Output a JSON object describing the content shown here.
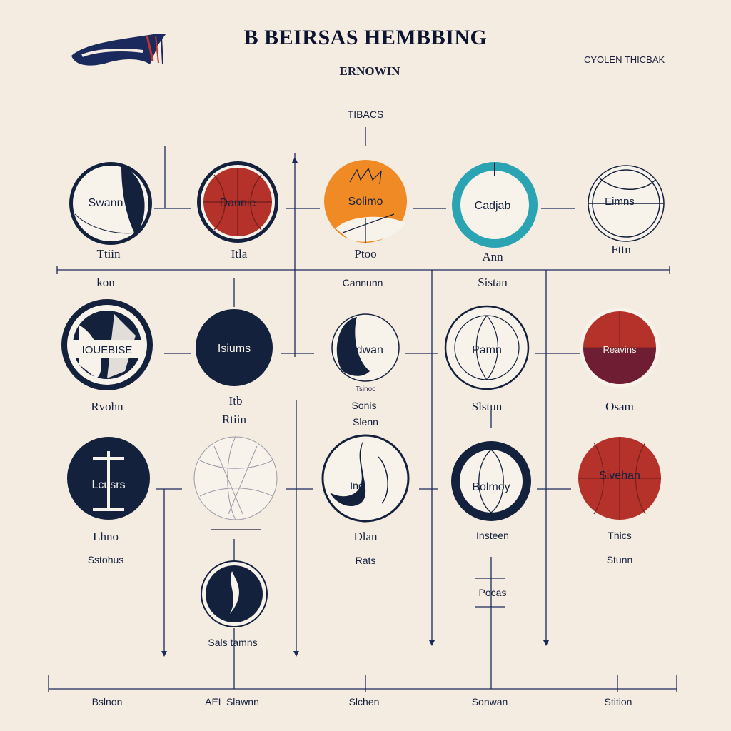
{
  "header": {
    "title": "B BEIRSAS HEMBBING",
    "subtitle": "ERNOWIN",
    "corner_label": "CYOLEN THICBAK",
    "root_label": "TIBACS"
  },
  "colors": {
    "navy": "#14213d",
    "red": "#b5322a",
    "orange": "#f08a24",
    "teal": "#2aa3b2",
    "maroon": "#6e1d33",
    "background": "#f4ebe1"
  },
  "rows": [
    {
      "badges": [
        {
          "text": "Swann",
          "label": "Ttiin",
          "icon": "white-navy-swoosh-ball-icon"
        },
        {
          "text": "Dannie",
          "label": "Itla",
          "icon": "red-basketball-icon"
        },
        {
          "text": "Solimo",
          "label": "Ptoo",
          "icon": "orange-basketball-icon"
        },
        {
          "text": "Cadjab",
          "label": "Ann",
          "icon": "teal-ring-icon"
        },
        {
          "text": "Eimns",
          "label": "Fttn",
          "icon": "outline-ball-icon"
        }
      ]
    },
    {
      "badges": [
        {
          "text": "IOUEBISE",
          "label": "Rvohn",
          "icon": "navy-split-ball-icon"
        },
        {
          "text": "Isiums",
          "label": "Rtiin",
          "icon": "navy-disc-icon"
        },
        {
          "text": "Hdwan",
          "label": "Slenn",
          "icon": "crescent-ball-icon"
        },
        {
          "text": "Pamn",
          "label": "Slstun",
          "icon": "outline-ring-icon"
        },
        {
          "text": "Reavins",
          "label": "Osam",
          "icon": "red-maroon-ball-icon"
        }
      ]
    },
    {
      "badges": [
        {
          "text": "Lcusrs",
          "label": "Lhno",
          "icon": "navy-bracket-ball-icon"
        },
        {
          "text": "",
          "label": "",
          "icon": "sketch-ball-icon"
        },
        {
          "text": "Ino",
          "label": "Dlan",
          "icon": "swirl-ball-icon"
        },
        {
          "text": "Bolmoy",
          "label": "Insteen",
          "icon": "navy-ring-ball-icon"
        },
        {
          "text": "Sivehan",
          "label": "Thics",
          "icon": "red-basketball-icon"
        }
      ]
    }
  ],
  "between_labels": [
    "kon",
    "Cannunn",
    "Sistan"
  ],
  "row2_sub": {
    "col2": "Itb",
    "col3": "Tsinoc",
    "col3b": "Sonis"
  },
  "row3_sub": {
    "col1": "Sstohus",
    "col3": "Rats",
    "col4": "Pocas",
    "col5": "Stunn"
  },
  "extra_badge": {
    "label": "Sals tamns",
    "icon": "navy-feather-ball-icon"
  },
  "bottom_labels": [
    "Bslnon",
    "AEL Slawnn",
    "Slchen",
    "Sonwan",
    "Stition"
  ]
}
